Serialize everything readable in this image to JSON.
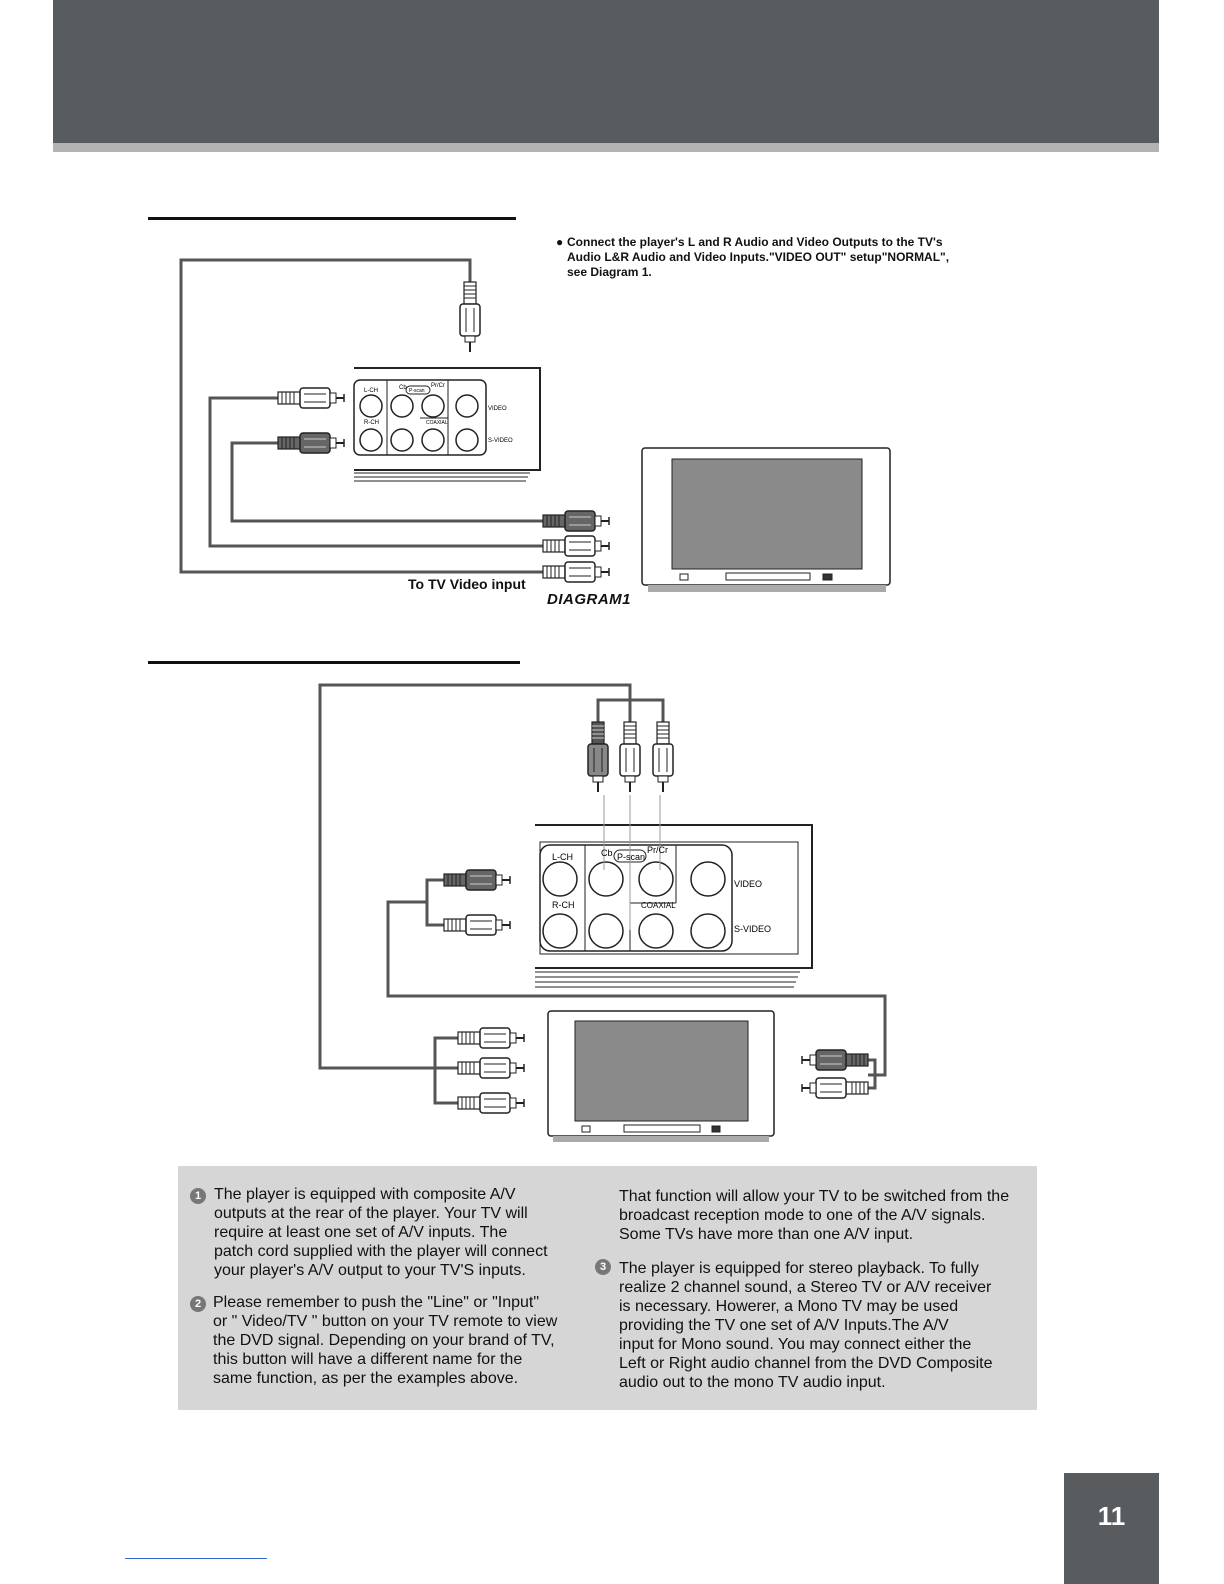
{
  "note": {
    "bullet": "●",
    "line1": "Connect the player's L and R Audio and Video Outputs to the TV's",
    "line2": "Audio L&R Audio and Video Inputs.\"VIDEO OUT\" setup\"NORMAL\",",
    "line3": "see Diagram 1."
  },
  "diagram1": {
    "to_tv_label": "To TV Video input",
    "title": "DIAGRAM1",
    "panel": {
      "lch": "L-CH",
      "rch": "R-CH",
      "cb": "Cb",
      "prcr": "Pr/Cr",
      "pscan": "P-scan",
      "coaxial": "COAXIAL",
      "video": "VIDEO",
      "svideo": "S-VIDEO"
    }
  },
  "diagram2": {
    "panel": {
      "lch": "L-CH",
      "rch": "R-CH",
      "cb": "Cb",
      "prcr": "Pr/Cr",
      "pscan": "P-scan",
      "coaxial": "COAXIAL",
      "video": "VIDEO",
      "svideo": "S-VIDEO"
    }
  },
  "info": {
    "item1": {
      "number": "1",
      "lines": [
        "The player is equipped with composite A/V",
        "outputs at the rear of the player. Your TV will",
        "require at least one set of A/V inputs. The",
        "patch cord supplied with the player will connect",
        "your player's A/V output to your TV'S inputs."
      ]
    },
    "item2": {
      "number": "2",
      "lines": [
        "Please remember to push the \"Line\" or \"Input\"",
        "or \" Video/TV \" button on your TV remote to view",
        "the DVD signal. Depending on your brand of TV,",
        "this button will have a different name for the",
        "same function, as per the examples above."
      ]
    },
    "continuation": {
      "lines": [
        "That function will allow your TV to be switched from the",
        "broadcast reception mode to one of the A/V signals.",
        "Some TVs have more than one A/V input."
      ]
    },
    "item3": {
      "number": "3",
      "lines": [
        "The player is equipped for stereo playback. To fully",
        "realize 2 channel sound, a Stereo TV or A/V receiver",
        "is necessary. Howerer, a Mono TV may be used",
        "providing the TV one set of A/V Inputs.The A/V",
        "input for Mono sound. You may connect either the",
        "Left or Right audio channel from the DVD Composite",
        "audio out to the mono TV audio input."
      ]
    }
  },
  "page_number": "11",
  "colors": {
    "header": "#585c5f",
    "box": "#d6d6d6"
  }
}
